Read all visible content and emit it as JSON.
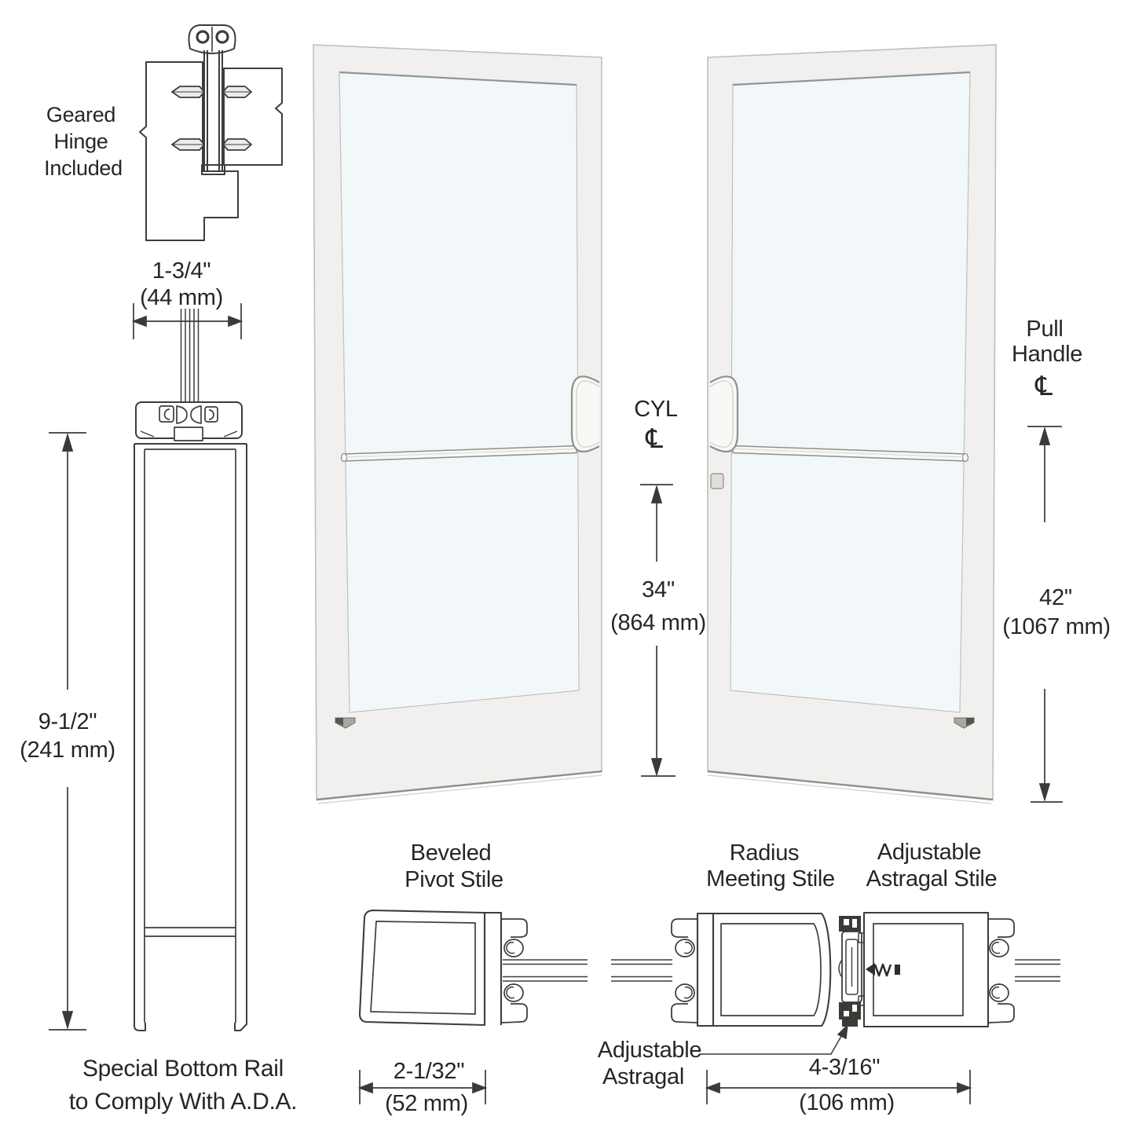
{
  "title": "Series 250 narrow stile pair of doors - technical diagram",
  "colors": {
    "line": "#3d3d3d",
    "text": "#262626",
    "frame": "#f1f0ee",
    "frame_edge": "#c0bfbb",
    "glass": "#f2f7f9",
    "glass_recess": "#8f9496",
    "hardware": "#f8f8f6",
    "hardware_edge": "#8f8f8b",
    "dark_fill": "#3a3a36"
  },
  "annotations": {
    "geared_hinge": {
      "lines": [
        "Geared",
        "Hinge",
        "Included"
      ]
    },
    "stile_width": {
      "imperial": "1-3/4\"",
      "metric": "(44 mm)"
    },
    "bottom_rail_height": {
      "imperial": "9-1/2\"",
      "metric": "(241 mm)"
    },
    "bottom_rail_note": {
      "lines": [
        "Special Bottom Rail",
        "to Comply With A.D.A."
      ]
    },
    "cyl": {
      "label": "CYL",
      "centerline": "℄"
    },
    "cyl_height": {
      "imperial": "34\"",
      "metric": "(864 mm)"
    },
    "pull_handle": {
      "lines": [
        "Pull",
        "Handle"
      ],
      "centerline": "℄"
    },
    "pull_height": {
      "imperial": "42\"",
      "metric": "(1067 mm)"
    },
    "pivot_stile": {
      "lines": [
        "Beveled",
        "Pivot Stile"
      ]
    },
    "pivot_stile_width": {
      "imperial": "2-1/32\"",
      "metric": "(52 mm)"
    },
    "meeting_stile": {
      "lines": [
        "Radius",
        "Meeting Stile"
      ]
    },
    "astragal_stile": {
      "lines": [
        "Adjustable",
        "Astragal Stile"
      ]
    },
    "astragal_callout": {
      "lines": [
        "Adjustable",
        "Astragal"
      ]
    },
    "astragal_width": {
      "imperial": "4-3/16\"",
      "metric": "(106 mm)"
    }
  }
}
